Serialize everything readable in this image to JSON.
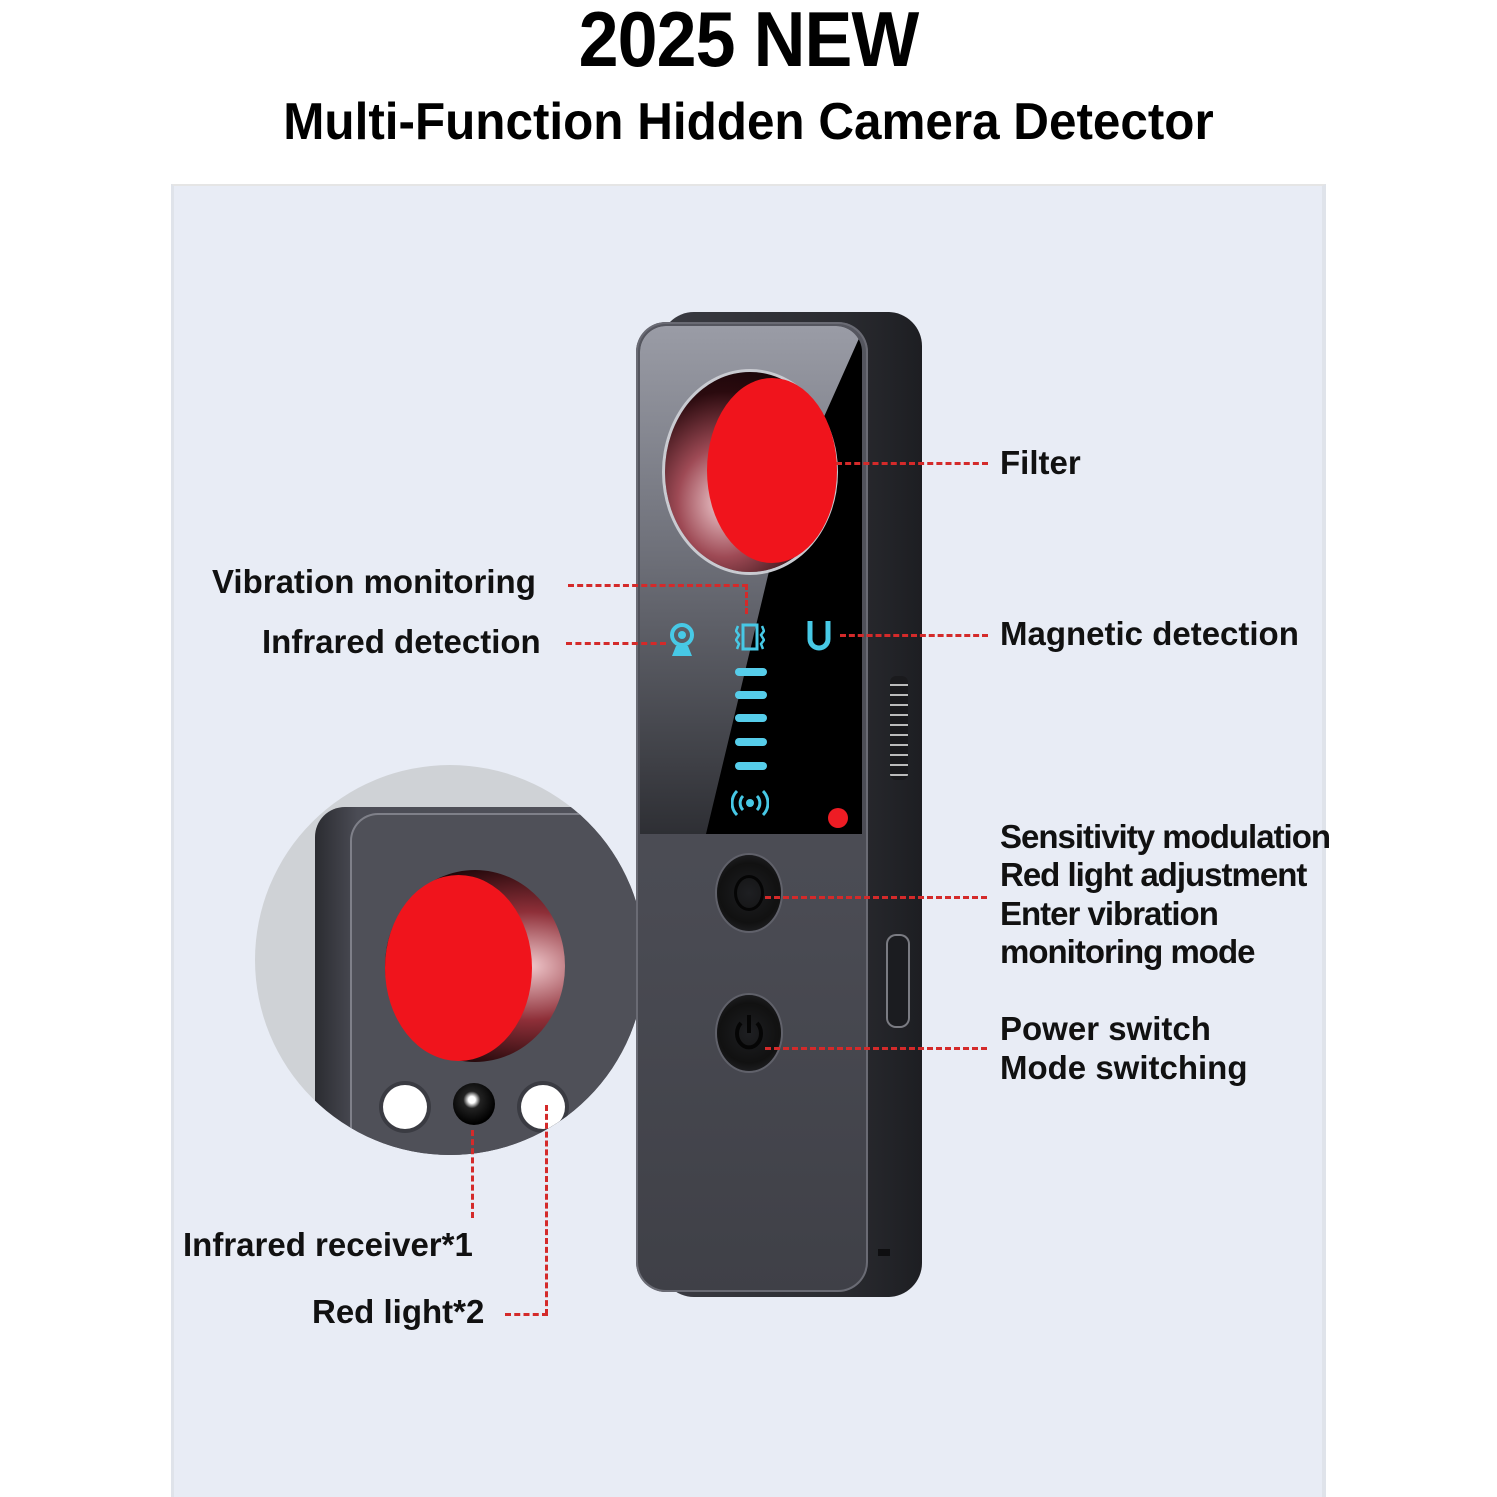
{
  "header": {
    "title": "2025 NEW",
    "subtitle": "Multi-Function Hidden Camera Detector"
  },
  "labels": {
    "filter": "Filter",
    "vibration_monitoring": "Vibration monitoring",
    "infrared_detection": "Infrared detection",
    "magnetic_detection": "Magnetic detection",
    "sensitivity": [
      "Sensitivity modulation",
      "Red light adjustment",
      "Enter vibration",
      "monitoring mode"
    ],
    "power": [
      "Power switch",
      "Mode switching"
    ],
    "infrared_receiver": "Infrared receiver*1",
    "red_light": "Red light*2"
  },
  "device": {
    "icons": [
      "camera-icon",
      "vibration-icon",
      "magnet-icon",
      "signal-icon"
    ],
    "level_bars": 5,
    "colors": {
      "accent_cyan": "#47c9e6",
      "lens_red": "#f0141c",
      "leader_red": "#d42a2a",
      "panel_bg": "#e8ecf5"
    }
  }
}
